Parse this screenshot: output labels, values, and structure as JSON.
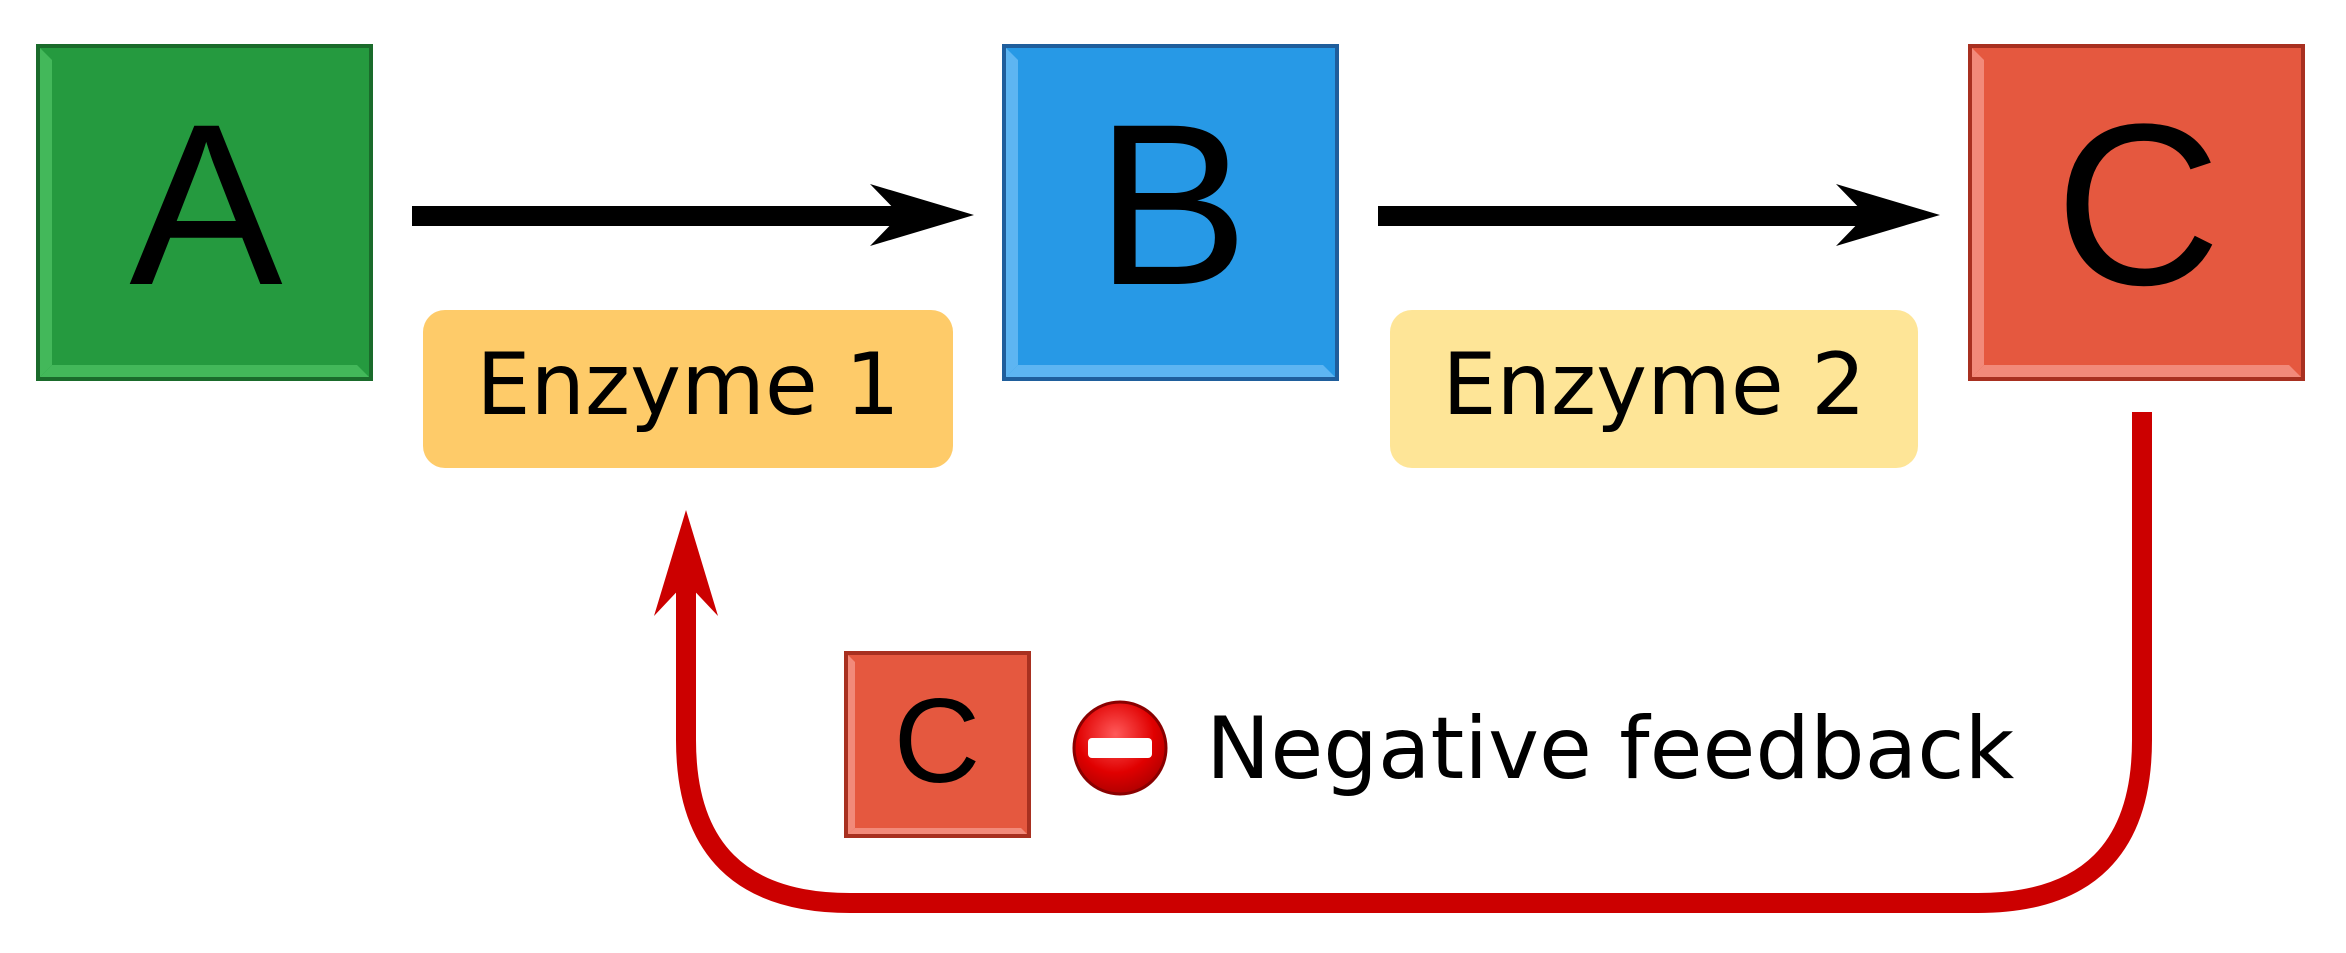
{
  "nodes": {
    "a": {
      "label": "A",
      "color": "#259a3f"
    },
    "b": {
      "label": "B",
      "color": "#2799e6"
    },
    "c": {
      "label": "C",
      "color": "#e5583f"
    }
  },
  "enzymes": {
    "enzyme1": {
      "label": "Enzyme 1",
      "color": "#fecb69"
    },
    "enzyme2": {
      "label": "Enzyme 2",
      "color": "#fee597"
    }
  },
  "feedback": {
    "inhibitor_label": "C",
    "text": "Negative feedback",
    "icon": "no-entry-icon",
    "loop_color": "#cc0000"
  },
  "arrow_color": "#000000"
}
